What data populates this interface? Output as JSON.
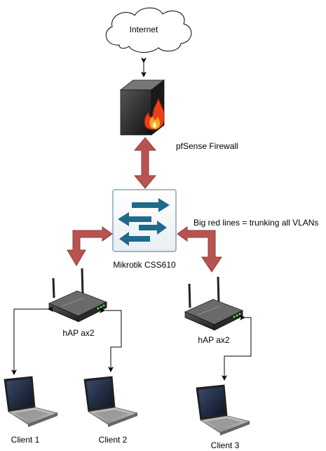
{
  "nodes": {
    "internet": {
      "label": "Internet",
      "icon": "cloud-icon"
    },
    "firewall": {
      "label": "pfSense Firewall",
      "icon": "firewall-icon"
    },
    "switch": {
      "label": "Mikrotik CSS610",
      "icon": "switch-icon"
    },
    "ap_left": {
      "label": "hAP ax2",
      "icon": "wireless-router-icon"
    },
    "ap_right": {
      "label": "hAP ax2",
      "icon": "wireless-router-icon"
    },
    "client1": {
      "label": "Client 1",
      "icon": "laptop-icon"
    },
    "client2": {
      "label": "Client 2",
      "icon": "laptop-icon"
    },
    "client3": {
      "label": "Client 3",
      "icon": "laptop-icon"
    }
  },
  "annotation": {
    "text": "Big red lines = trunking all VLANs"
  },
  "colors": {
    "trunk": "#b85450",
    "switch_fill": "#1e6a8a",
    "switch_border": "#6e8fa7",
    "fire": "#f5a623"
  }
}
